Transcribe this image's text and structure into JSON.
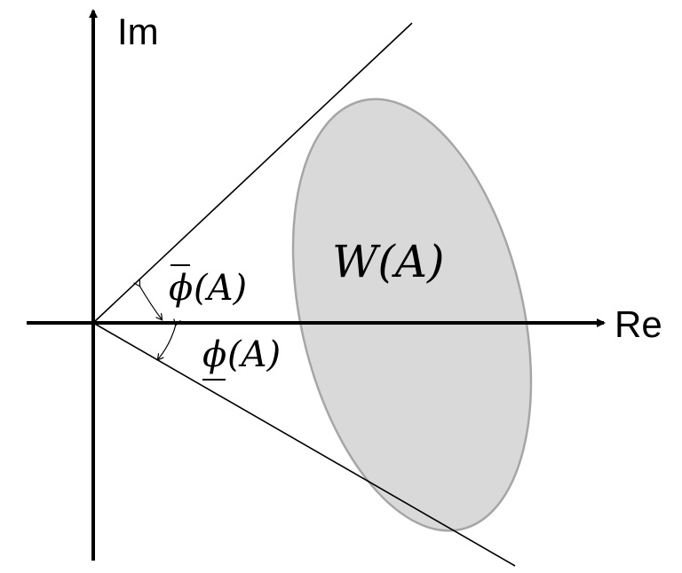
{
  "axes": {
    "x_label": "Re",
    "y_label": "Im"
  },
  "region": {
    "label": "W(A)",
    "fill_color": "#d9d9d9",
    "stroke_color": "#a6a6a6"
  },
  "angles": {
    "upper": {
      "symbol": "ϕ",
      "decoration": "overline",
      "argument": "(A)"
    },
    "lower": {
      "symbol": "ϕ",
      "decoration": "underline",
      "argument": "(A)"
    }
  },
  "colors": {
    "line": "#000000",
    "background": "#ffffff"
  }
}
